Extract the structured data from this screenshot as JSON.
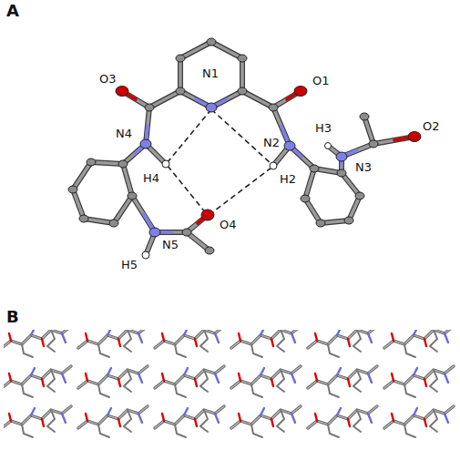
{
  "diagram": {
    "labels": [
      "A",
      "O3",
      "N1",
      "O1",
      "N4",
      "N2",
      "H4",
      "H2",
      "H3",
      "N3",
      "O2",
      "O4",
      "N5",
      "H5",
      "B"
    ]
  }
}
